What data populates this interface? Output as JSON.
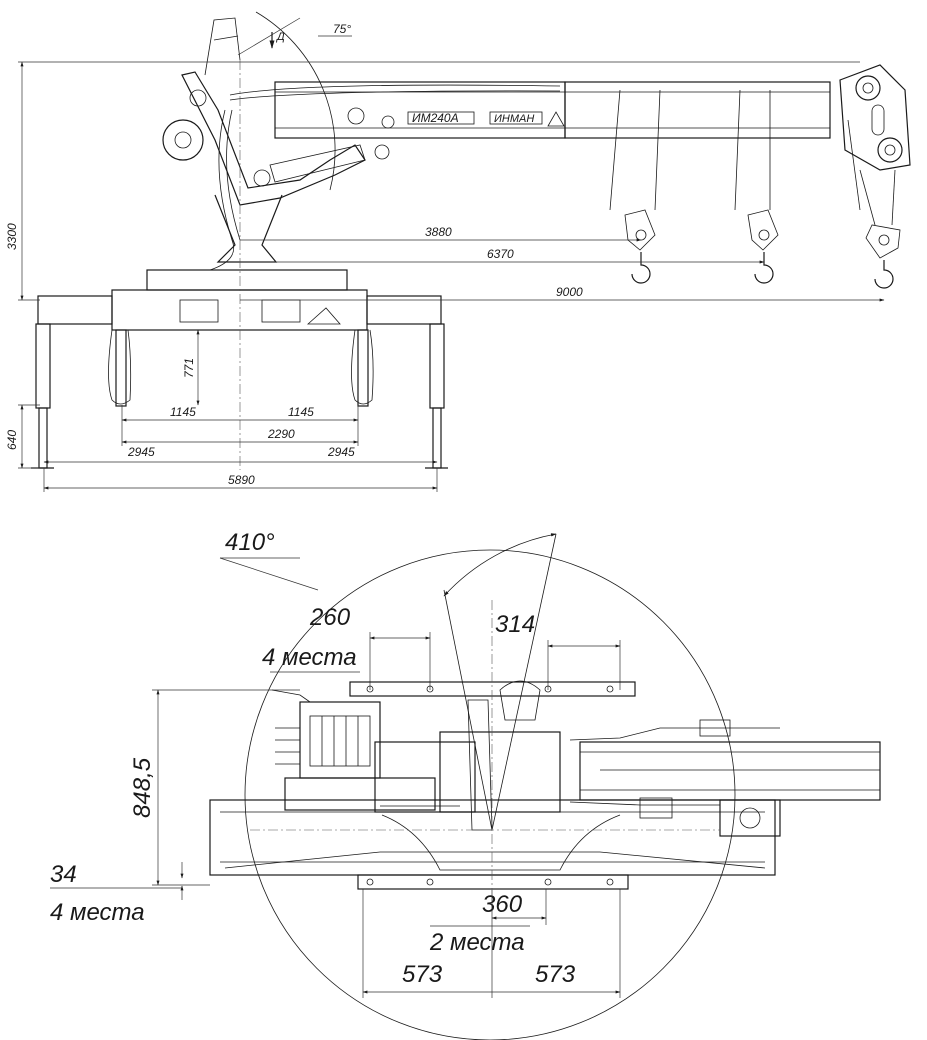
{
  "side_view": {
    "angle_label": "75°",
    "arrow_label": "Д",
    "model_label": "ИМ240А",
    "brand_label": "ИНМАН",
    "dims": {
      "height": "3300",
      "reach_1": "3880",
      "reach_2": "6370",
      "reach_3": "9000",
      "outrigger_height": "771",
      "support_height": "640",
      "half_width_left": "1145",
      "half_width_right": "1145",
      "inner_width": "2290",
      "outer_left": "2945",
      "outer_right": "2945",
      "total_width": "5890"
    }
  },
  "plan_view": {
    "slew_angle": "410°",
    "dim_260": "260",
    "places_4a": "4 места",
    "dim_314": "314",
    "dim_848": "848,5",
    "dim_34": "34",
    "places_4b": "4 места",
    "dim_360": "360",
    "places_2": "2 места",
    "dim_573_left": "573",
    "dim_573_right": "573"
  }
}
